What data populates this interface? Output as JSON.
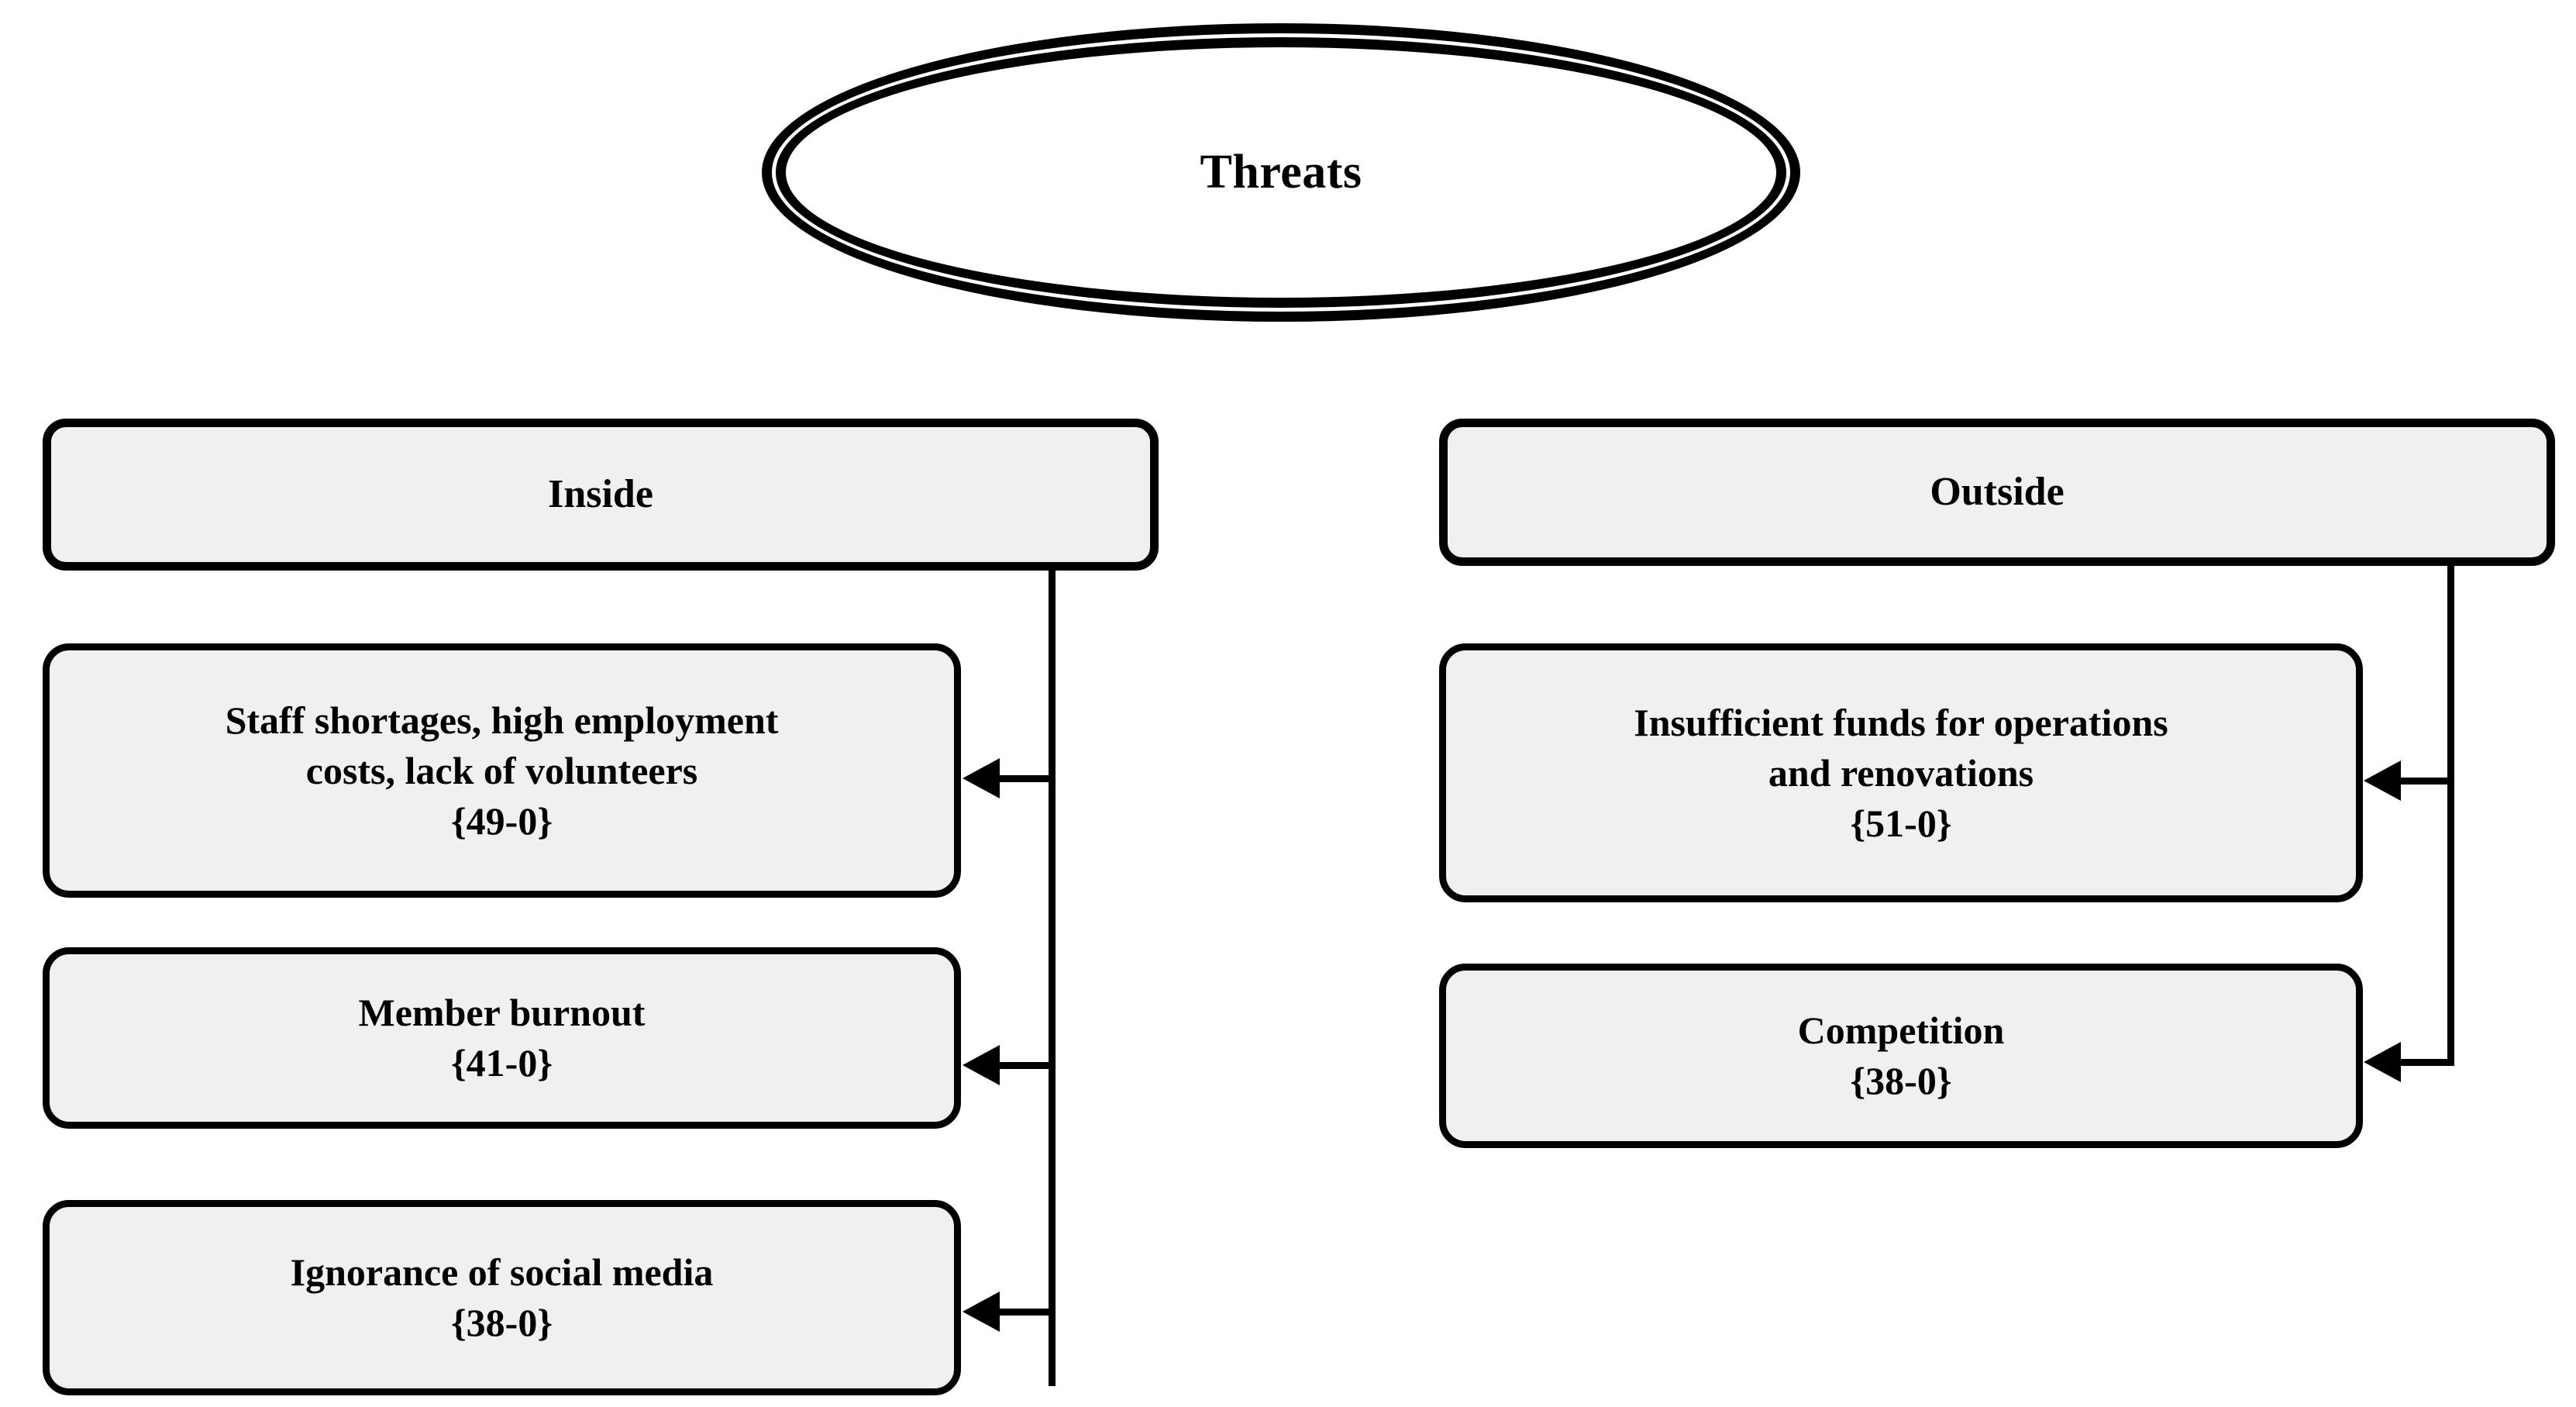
{
  "diagram": {
    "title": "Threats",
    "root": {
      "label": "Threats",
      "shape": "double-ellipse"
    },
    "columns": [
      {
        "key": "inside",
        "header": "Inside",
        "nodes": [
          {
            "text": "Staff shortages, high employment\ncosts, lack of volunteers",
            "code": "{49-0}"
          },
          {
            "text": "Member burnout",
            "code": "{41-0}"
          },
          {
            "text": "Ignorance of social media",
            "code": "{38-0}"
          }
        ]
      },
      {
        "key": "outside",
        "header": "Outside",
        "nodes": [
          {
            "text": "Insufficient funds for operations\nand renovations",
            "code": "{51-0}"
          },
          {
            "text": "Competition",
            "code": "{38-0}"
          }
        ]
      }
    ],
    "colors": {
      "node_fill": "#f0f0f0",
      "stroke": "#000000",
      "background": "#ffffff",
      "text": "#000000"
    }
  }
}
